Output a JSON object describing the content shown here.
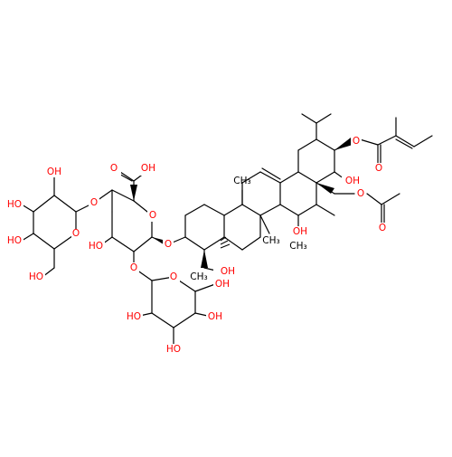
{
  "colors": {
    "bond": "#000000",
    "oxygen_label": "#ff0000",
    "carbon_label": "#000000",
    "background": "#ffffff"
  },
  "labels": {
    "cooh": "OH",
    "acid_o": "O",
    "ring_o_glcA": "O",
    "ring_o_glc1": "O",
    "ring_o_glc2": "O",
    "glyc_o_3": "O",
    "glyc_o_4": "O",
    "glyc_o_2": "O",
    "glcA_oh": "HO",
    "glc1_oh_top": "OH",
    "glc1_oh_left": "HO",
    "glc1_oh_mid": "HO",
    "glc1_ch2oh": "HO",
    "glc2_oh_1": "HO",
    "glc2_oh_2": "OH",
    "glc2_oh_3": "HO",
    "glc2_ch2oh": "OH",
    "c23_oh": "OH",
    "c15_oh": "OH",
    "c21_oh": "OH",
    "ester_o_angelate": "O",
    "ester_o_acetate": "O",
    "carbonyl_o_angelate": "O",
    "carbonyl_o_acetate": "O",
    "me_gem_1": "",
    "me_25": "CH₃",
    "me_26": "CH₃",
    "me_27": "CH₃",
    "me_24": "CH₃"
  }
}
